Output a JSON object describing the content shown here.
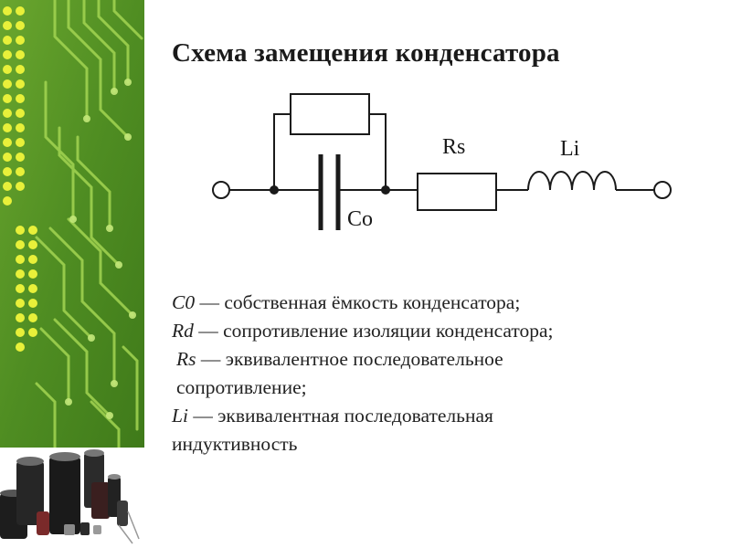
{
  "slide": {
    "title": "Схема замещения конденсатора"
  },
  "circuit": {
    "labels": {
      "capacitor": "Co",
      "series_resistor": "Rs",
      "inductor": "Li"
    }
  },
  "legend": [
    {
      "symbol": "C0",
      "text": " — собственная ёмкость конденсатора;"
    },
    {
      "symbol": "Rd",
      "text": " — сопротивление изоляции конденсатора;"
    },
    {
      "symbol": "Rs",
      "text": " — эквивалентное последовательное сопротивление;"
    },
    {
      "symbol": "Li",
      "text": " — эквивалентная последовательная индуктивность"
    }
  ],
  "colors": {
    "board_green": "#5f9d2a",
    "trace_green": "#9fd24e",
    "dot_yellow": "#e8f03a",
    "ink": "#1a1a1a"
  }
}
